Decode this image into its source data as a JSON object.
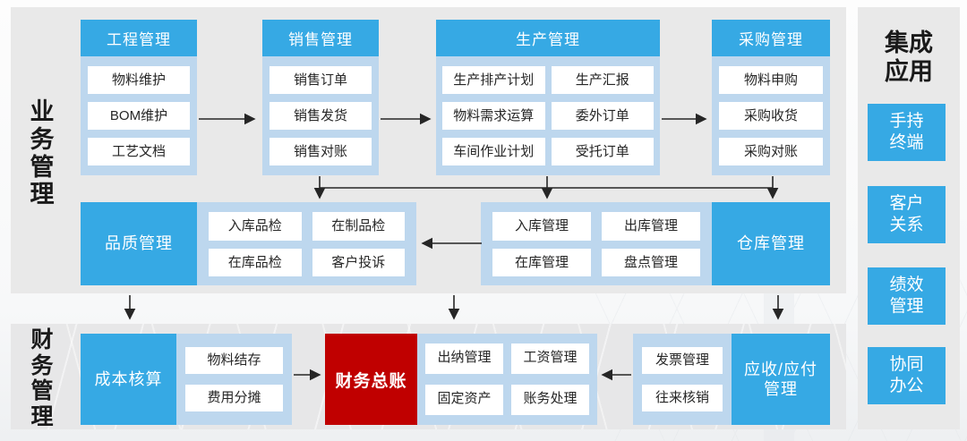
{
  "sections": {
    "business_label": "业务管理",
    "finance_label": "财务管理"
  },
  "top_columns": {
    "engineering": {
      "header": "工程管理",
      "items": [
        "物料维护",
        "BOM维护",
        "工艺文档"
      ]
    },
    "sales": {
      "header": "销售管理",
      "items": [
        "销售订单",
        "销售发货",
        "销售对账"
      ]
    },
    "production": {
      "header": "生产管理",
      "left_items": [
        "生产排产计划",
        "物料需求运算",
        "车间作业计划"
      ],
      "right_items": [
        "生产汇报",
        "委外订单",
        "受托订单"
      ]
    },
    "purchasing": {
      "header": "采购管理",
      "items": [
        "物料申购",
        "采购收货",
        "采购对账"
      ]
    }
  },
  "middle_row": {
    "quality": {
      "label": "品质管理",
      "items": [
        "入库品检",
        "在制品检",
        "在库品检",
        "客户投诉"
      ]
    },
    "warehouse": {
      "label": "仓库管理",
      "items": [
        "入库管理",
        "出库管理",
        "在库管理",
        "盘点管理"
      ]
    }
  },
  "finance_row": {
    "cost": {
      "label": "成本核算",
      "items": [
        "物料结存",
        "费用分摊"
      ]
    },
    "general_ledger": {
      "label": "财务总账"
    },
    "ledger_items": [
      "出纳管理",
      "工资管理",
      "固定资产",
      "账务处理"
    ],
    "receivable_payable": {
      "line1": "应收/应付",
      "line2": "管理",
      "items": [
        "发票管理",
        "往来核销"
      ]
    }
  },
  "integration_panel": {
    "title_line1": "集成",
    "title_line2": "应用",
    "items": [
      {
        "line1": "手持",
        "line2": "终端"
      },
      {
        "line1": "客户",
        "line2": "关系"
      },
      {
        "line1": "绩效",
        "line2": "管理"
      },
      {
        "line1": "协同",
        "line2": "办公"
      }
    ]
  },
  "colors": {
    "accent_blue": "#36a9e4",
    "container_blue": "#bdd7ee",
    "accent_red": "#c00000",
    "panel_gray": "#e9e9e9",
    "arrow": "#262626"
  }
}
